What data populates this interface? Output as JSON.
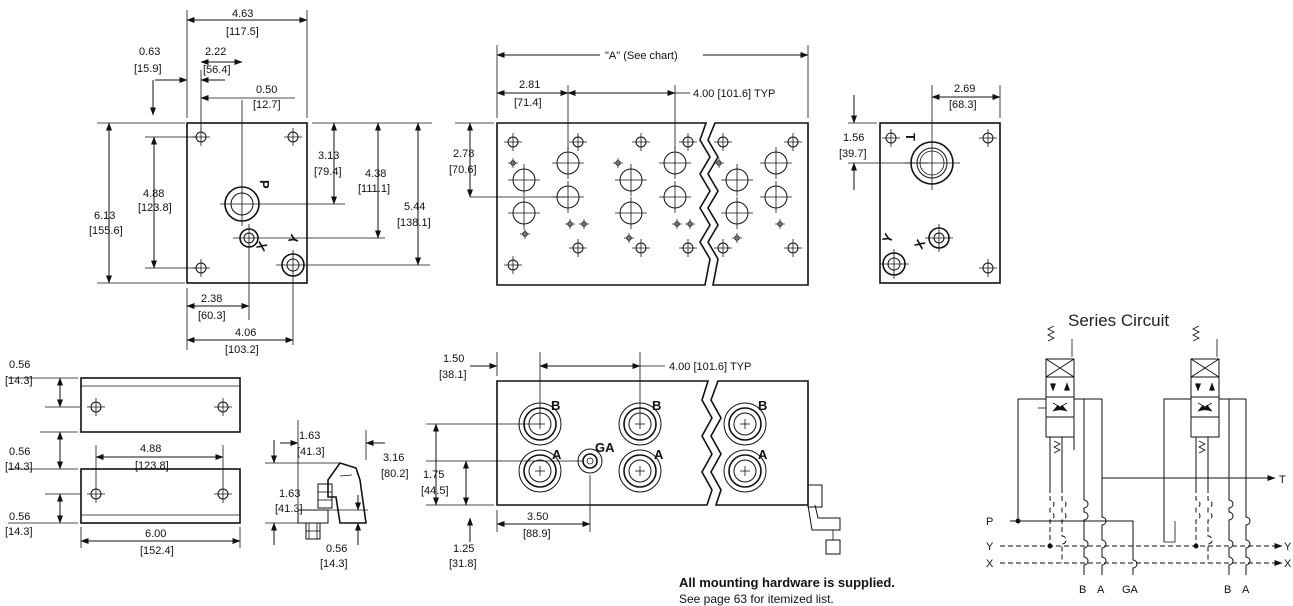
{
  "top_left_view": {
    "width_in": "4.63",
    "width_mm": "[117.5]",
    "hole_x_in": "0.63",
    "hole_x_mm": "[15.9]",
    "p_x_in": "2.22",
    "p_x_mm": "[56.4]",
    "hole_y_in": "0.50",
    "hole_y_mm": "[12.7]",
    "p_y_in": "3.13",
    "p_y_mm": "[79.4]",
    "x_y_in": "4.38",
    "x_y_mm": "[111.1]",
    "y_y_in": "5.44",
    "y_y_mm": "[138.1]",
    "inner_h_in": "4.88",
    "inner_h_mm": "[123.8]",
    "height_in": "6.13",
    "height_mm": "[155.6]",
    "x_x_in": "2.38",
    "x_x_mm": "[60.3]",
    "y_x_in": "4.06",
    "y_x_mm": "[103.2]",
    "port_p": "P",
    "port_x": "X",
    "port_y": "Y"
  },
  "top_middle_view": {
    "overall_label": "\"A\" (See chart)",
    "first_in": "2.81",
    "first_mm": "[71.4]",
    "pitch_label": "4.00 [101.6] TYP",
    "height_in": "2.78",
    "height_mm": "[70.6]"
  },
  "top_right_view": {
    "t_x_in": "2.69",
    "t_x_mm": "[68.3]",
    "t_y_in": "1.56",
    "t_y_mm": "[39.7]",
    "port_t": "T",
    "port_x": "X",
    "port_y": "Y"
  },
  "bracket_view": {
    "top_offset_in": "0.56",
    "top_offset_mm": "[14.3]",
    "mid_offset_in": "0.56",
    "mid_offset_mm": "[14.3]",
    "bottom_offset_in": "0.56",
    "bottom_offset_mm": "[14.3]",
    "hole_span_in": "4.88",
    "hole_span_mm": "[123.8]",
    "length_in": "6.00",
    "length_mm": "[152.4]"
  },
  "clamp_view": {
    "width_in": "1.63",
    "width_mm": "[41.3]",
    "height_in": "1.63",
    "height_mm": "[41.3]",
    "foot_in": "0.56",
    "foot_mm": "[14.3]"
  },
  "front_view": {
    "first_in": "1.50",
    "first_mm": "[38.1]",
    "pitch_label": "4.00 [101.6] TYP",
    "b_y_in": "3.16",
    "b_y_mm": "[80.2]",
    "a_y_in": "1.75",
    "a_y_mm": "[44.5]",
    "bottom_in": "1.25",
    "bottom_mm": "[31.8]",
    "ga_x_in": "3.50",
    "ga_x_mm": "[88.9]",
    "port_b": "B",
    "port_a": "A",
    "port_ga": "GA"
  },
  "series_circuit": {
    "title": "Series Circuit",
    "p": "P",
    "y": "Y",
    "x": "X",
    "t": "T",
    "b": "B",
    "a": "A",
    "ga": "GA"
  },
  "notes": {
    "bold": "All mounting hardware is supplied.",
    "sub": "See page 63 for itemized list."
  }
}
